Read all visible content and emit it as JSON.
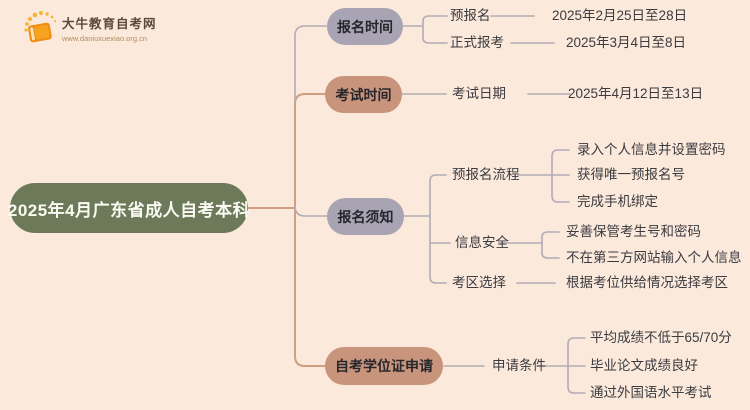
{
  "logo": {
    "site_name": "大牛教育自考网",
    "site_url": "www.daniuxuexiao.org.cn"
  },
  "mindmap": {
    "root": {
      "label": "2025年4月广东省成人自考本科"
    },
    "branches": [
      {
        "label": "报名时间",
        "children": [
          {
            "label": "预报名",
            "value": "2025年2月25日至28日"
          },
          {
            "label": "正式报考",
            "value": "2025年3月4日至8日"
          }
        ]
      },
      {
        "label": "考试时间",
        "children": [
          {
            "label": "考试日期",
            "value": "2025年4月12日至13日"
          }
        ]
      },
      {
        "label": "报名须知",
        "children": [
          {
            "label": "预报名流程",
            "items": [
              "录入个人信息并设置密码",
              "获得唯一预报名号",
              "完成手机绑定"
            ]
          },
          {
            "label": "信息安全",
            "items": [
              "妥善保管考生号和密码",
              "不在第三方网站输入个人信息"
            ]
          },
          {
            "label": "考区选择",
            "value": "根据考位供给情况选择考区"
          }
        ]
      },
      {
        "label": "自考学位证申请",
        "children": [
          {
            "label": "申请条件",
            "items": [
              "平均成绩不低于65/70分",
              "毕业论文成绩良好",
              "通过外国语水平考试"
            ]
          }
        ]
      }
    ]
  },
  "colors": {
    "background": "#fbe9db",
    "root_node": "#6d7a5a",
    "branch_grey": "#a8a4b4",
    "branch_tan": "#c9947c",
    "line_grey": "#b2acb6",
    "line_tan": "#d09e80",
    "logo_orange": "#f29a1f"
  }
}
